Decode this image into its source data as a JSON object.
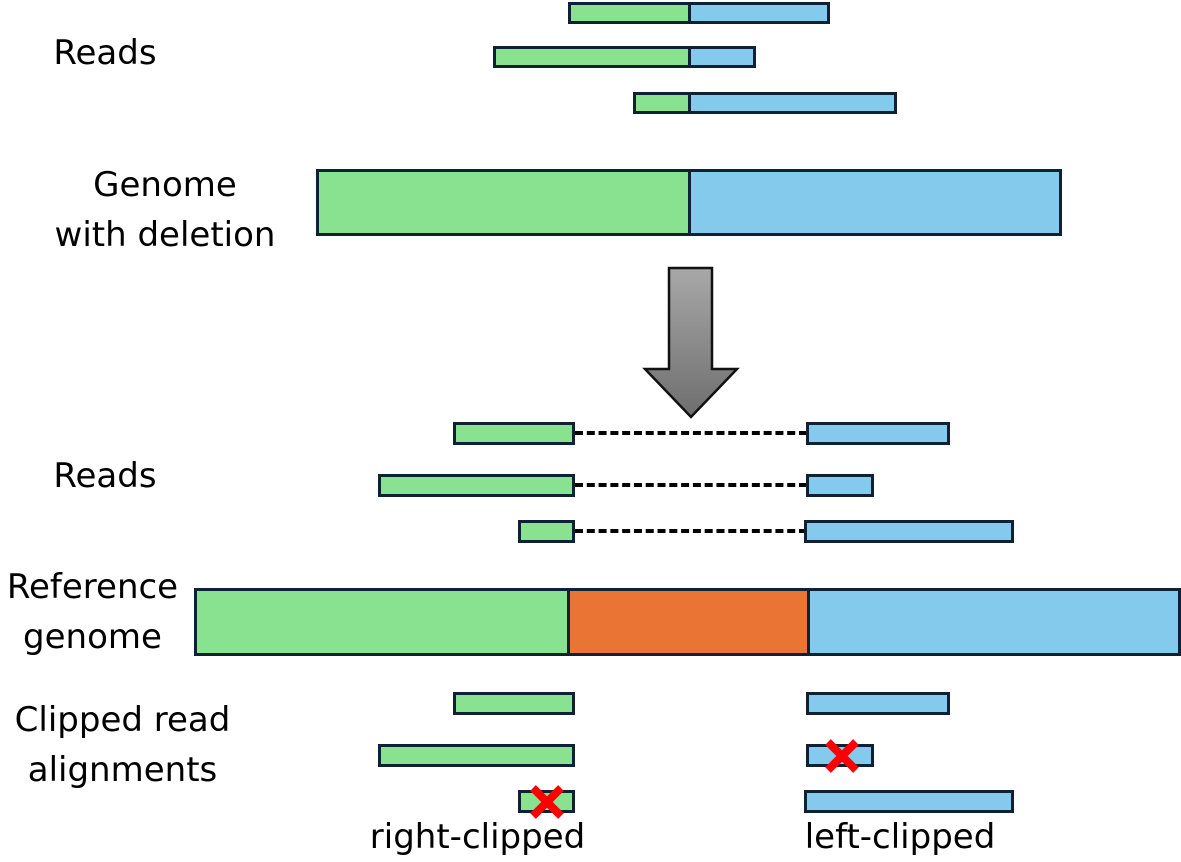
{
  "labels": {
    "reads_top": "Reads",
    "genome_deletion_line1": "Genome",
    "genome_deletion_line2": "with deletion",
    "reads_middle": "Reads",
    "reference_line1": "Reference",
    "reference_line2": "genome",
    "clipped_line1": "Clipped read",
    "clipped_line2": "alignments",
    "right_clipped": "right-clipped",
    "left_clipped": "left-clipped"
  },
  "colors": {
    "left_segment": "#88e290",
    "right_segment": "#84caec",
    "deleted_segment": "#e97433",
    "outline": "#0e2233",
    "arrow": "#8c8c8c",
    "x_mark": "#ff0000"
  },
  "icons": {
    "transition": "down-arrow-icon",
    "rejected_read": "x-mark-icon"
  }
}
